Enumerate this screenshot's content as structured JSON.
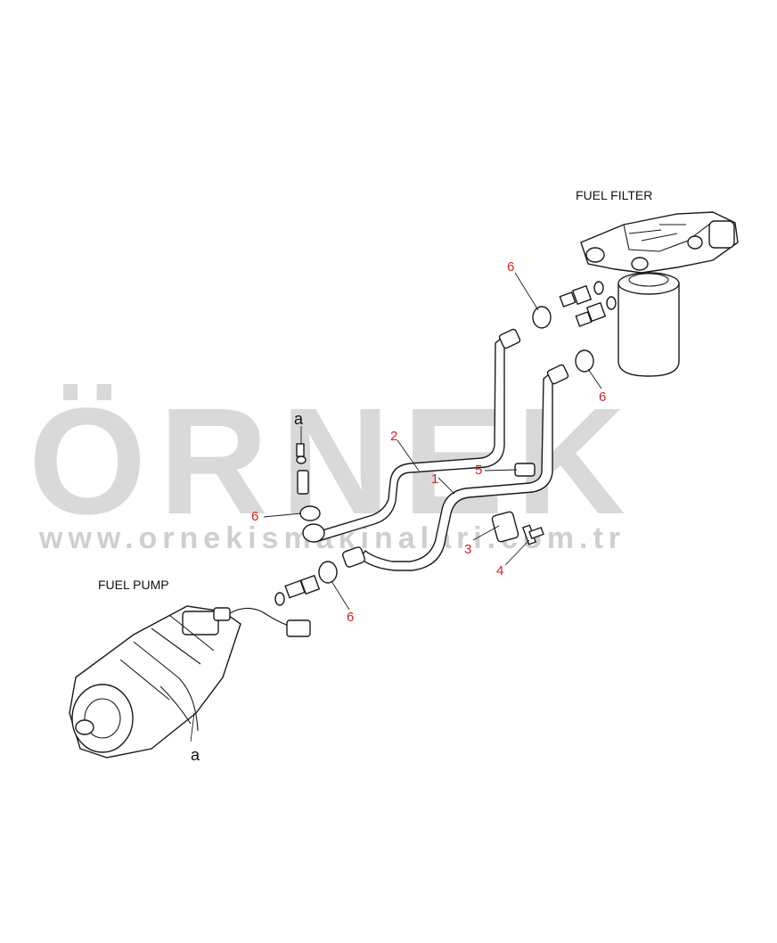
{
  "diagram": {
    "labels": {
      "fuel_filter": "FUEL FILTER",
      "fuel_pump": "FUEL PUMP"
    },
    "callouts": [
      "2",
      "1",
      "5",
      "3",
      "4",
      "6",
      "6",
      "6",
      "6"
    ],
    "markers": [
      "a",
      "a"
    ],
    "colors": {
      "callout": "#d62020",
      "line": "#1a1a1a",
      "watermark": "#d9d9d9",
      "watermark_accent": "#f2d98a"
    }
  },
  "watermark": {
    "brand": "ÖRNEK",
    "url": "www.ornekismakinalari.com.tr"
  }
}
